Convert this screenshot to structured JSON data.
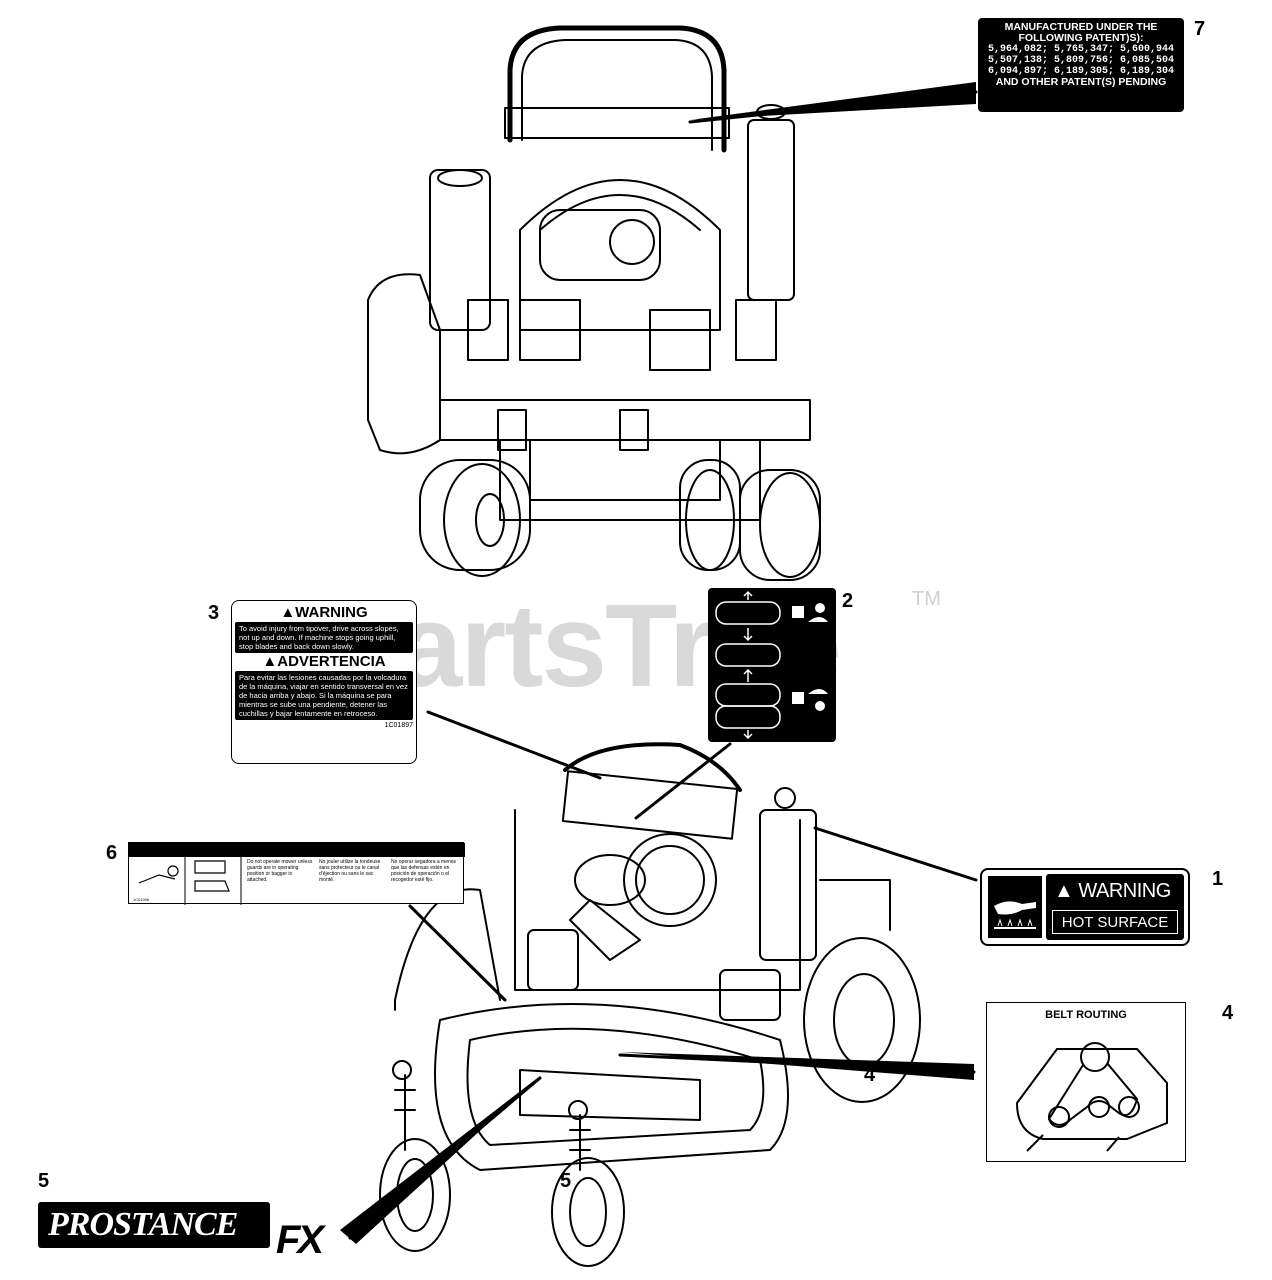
{
  "watermark": {
    "text": "PartsTree",
    "tm": "TM"
  },
  "callouts": {
    "n1": "1",
    "n2": "2",
    "n3": "3",
    "n4": "4",
    "n5": "5",
    "n6": "6",
    "n7": "7",
    "deck_4": "4",
    "deck_5": "5"
  },
  "label7": {
    "title": "MANUFACTURED UNDER THE FOLLOWING PATENT)S):",
    "line1": "5,964,082; 5,765,347; 5,600,944",
    "line2": "5,507,138; 5,809,756; 6,085,504",
    "line3": "6,094,897; 6,189,305; 6,189,304",
    "footer": "AND OTHER PATENT(S) PENDING"
  },
  "label3": {
    "warning": "WARNING",
    "warning_text": "To avoid injury from tipover, drive across slopes, not up and down. If machine stops going uphill, stop blades and back down slowly.",
    "advertencia": "ADVERTENCIA",
    "advertencia_text": "Para evitar las lesiones causadas por la volcadura de la máquina, viajar en sentido transversal en vez de hacia arriba y abajo. Si la máquina se para mientras se sube una pendiente, detener las cuchillas y bajar lentamente en retroceso.",
    "code": "1C01897"
  },
  "label6": {
    "col1": "Do not operate mower unless guards are in operating position or bagger is attached.",
    "col2": "No jouler utilize la tondeuse sans protecteur ou le canal d'éjection ou sans le sac monté.",
    "col3": "No operar segadora a menos que las defensas estén en posición de operación o el recogedor esté fijo.",
    "code": "1C01006"
  },
  "label1": {
    "warning": "WARNING",
    "hot": "HOT SURFACE"
  },
  "label4": {
    "title": "BELT ROUTING"
  },
  "label5": {
    "brand": "PROSTANCE",
    "suffix": "FX"
  }
}
